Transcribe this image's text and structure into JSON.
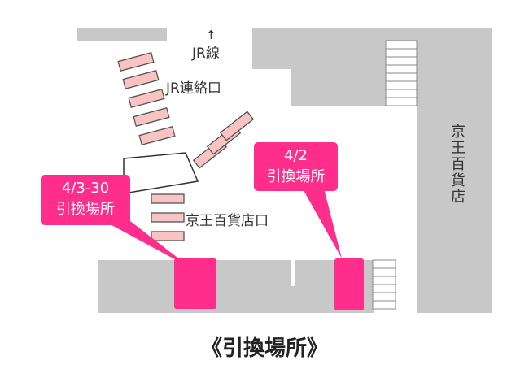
{
  "colors": {
    "building": "#c8c8c8",
    "stairs_fill": "#f9c3c3",
    "stairs_stroke": "#555555",
    "highlight": "#ff2e8c"
  },
  "labels": {
    "jr_arrow": "↑",
    "jr_line": "JR線",
    "jr_connection": "JR連絡口",
    "keio_store_entrance": "京王百貨店口",
    "keio_store": "京王百貨店"
  },
  "callouts": {
    "left": {
      "line1": "4/3-30",
      "line2": "引換場所"
    },
    "right": {
      "line1": "4/2",
      "line2": "引換場所"
    }
  },
  "caption": "《引換場所》"
}
